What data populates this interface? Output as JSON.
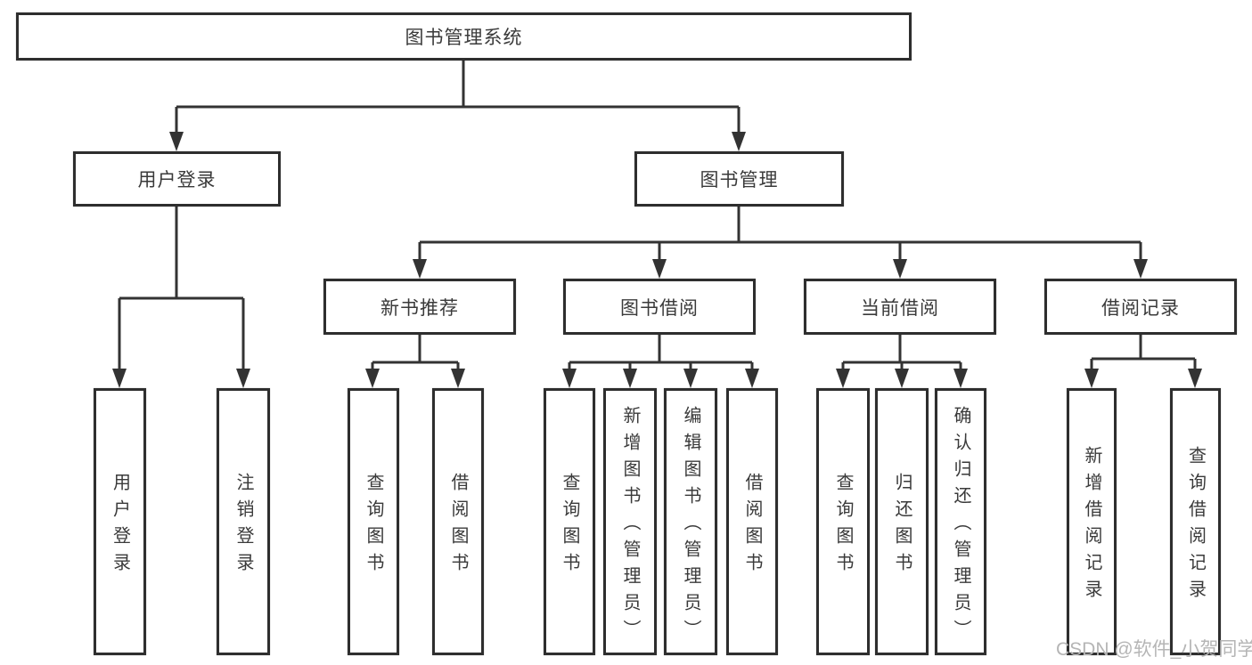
{
  "tree": {
    "label": "图书管理系统",
    "children": [
      {
        "label": "用户登录",
        "children": [
          {
            "label": "用户登录"
          },
          {
            "label": "注销登录"
          }
        ]
      },
      {
        "label": "图书管理",
        "children": [
          {
            "label": "新书推荐",
            "children": [
              {
                "label": "查询图书"
              },
              {
                "label": "借阅图书"
              }
            ]
          },
          {
            "label": "图书借阅",
            "children": [
              {
                "label": "查询图书"
              },
              {
                "label": "新增图书（管理员）"
              },
              {
                "label": "编辑图书（管理员）"
              },
              {
                "label": "借阅图书"
              }
            ]
          },
          {
            "label": "当前借阅",
            "children": [
              {
                "label": "查询图书"
              },
              {
                "label": "归还图书"
              },
              {
                "label": "确认归还（管理员）"
              }
            ]
          },
          {
            "label": "借阅记录",
            "children": [
              {
                "label": "新增借阅记录"
              },
              {
                "label": "查询借阅记录"
              }
            ]
          }
        ]
      }
    ]
  },
  "watermark": {
    "text": "CSDN @软件_小贺同学"
  },
  "colors": {
    "line": "#333333",
    "box_border": "#2e2e2e",
    "text": "#3a3a3a",
    "watermark": "#b5b5b5",
    "background": "#ffffff"
  }
}
